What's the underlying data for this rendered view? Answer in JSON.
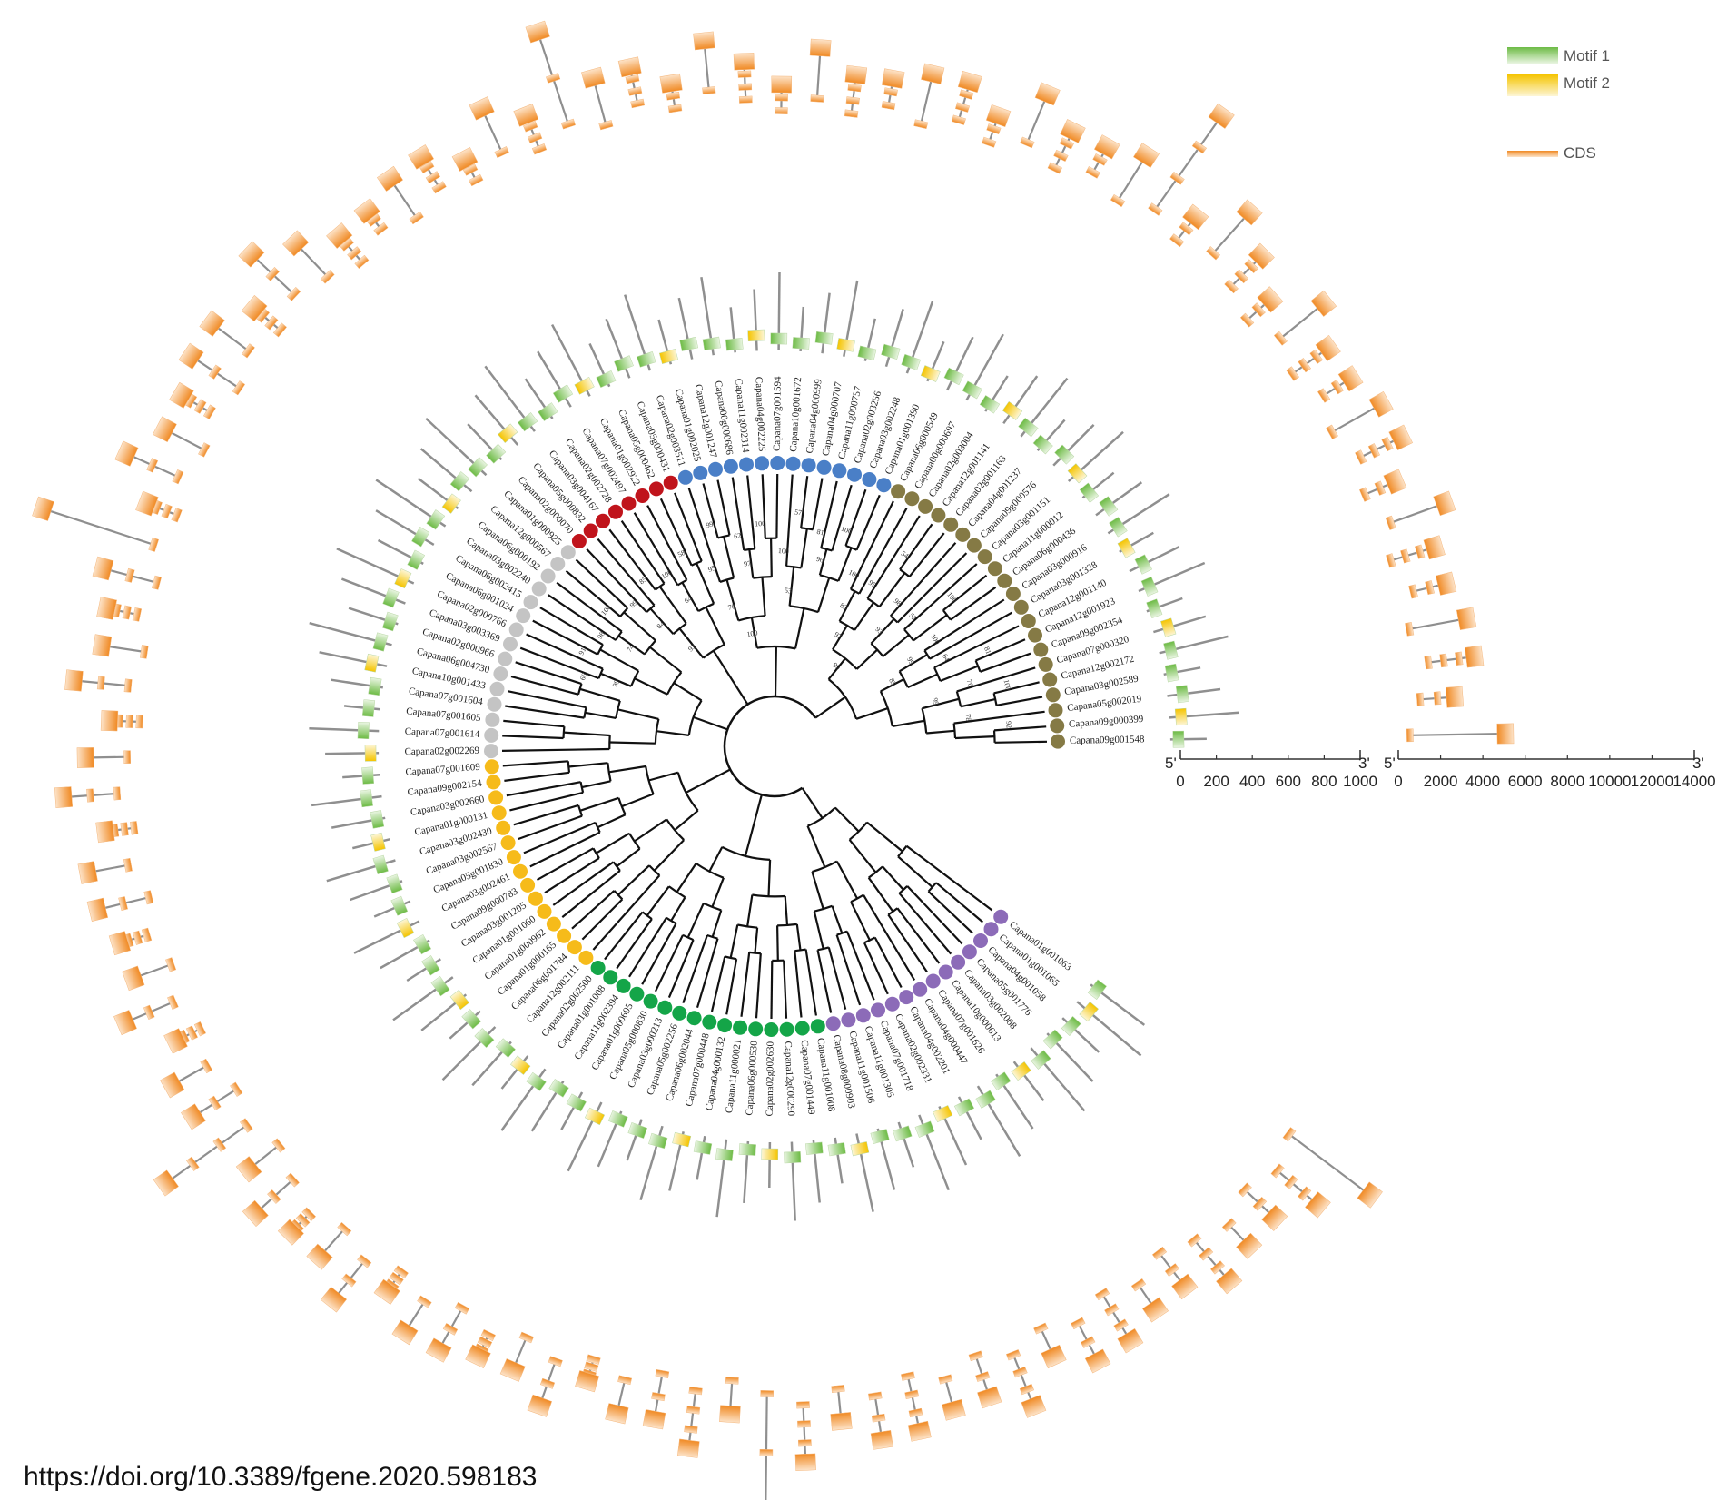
{
  "legend": {
    "items": [
      {
        "label": "Motif 1",
        "color_top": "#6dbb45",
        "color_bottom": "#e9f5e1"
      },
      {
        "label": "Motif 2",
        "color_top": "#f5c400",
        "color_bottom": "#fdf6d6"
      },
      {
        "label": "CDS",
        "color_top": "#f08a24",
        "color_bottom": "#fde3c8"
      }
    ]
  },
  "scales": {
    "motif": {
      "left_end": "5'",
      "right_end": "3'",
      "ticks": [
        "0",
        "200",
        "400",
        "600",
        "800",
        "1000"
      ]
    },
    "gene": {
      "left_end": "5'",
      "right_end": "3'",
      "ticks": [
        "0",
        "2000",
        "4000",
        "6000",
        "8000",
        "10000",
        "12000",
        "14000"
      ]
    }
  },
  "source": "https://doi.org/10.3389/fgene.2020.598183",
  "colors": {
    "clade_red": "#c0141c",
    "clade_blue": "#4a7fc7",
    "clade_olive": "#857a45",
    "clade_gray": "#c4c4c4",
    "clade_yellow": "#f6bb1a",
    "clade_green": "#14a548",
    "clade_purple": "#8c6bb8",
    "tree_line": "#111111",
    "connector": "#8f8f8f"
  },
  "clades": [
    {
      "color_key": "clade_olive",
      "leaves": [
        "Capana09g001548",
        "Capana09g000399",
        "Capana05g002019",
        "Capana03g002589",
        "Capana12g002172",
        "Capana07g000320",
        "Capana09g002354",
        "Capana12g001923",
        "Capana12g001140",
        "Capana03g001328",
        "Capana03g000916",
        "Capana06g000436",
        "Capana11g000012",
        "Capana03g001151",
        "Capana09g000576",
        "Capana04g001237",
        "Capana02g001163",
        "Capana12g001141",
        "Capana02g003004",
        "Capana00g000697",
        "Capana06g000549"
      ]
    },
    {
      "color_key": "clade_blue",
      "leaves": [
        "Capana01g001390",
        "Capana03g002248",
        "Capana02g003256",
        "Capana11g000757",
        "Capana04g000707",
        "Capana04g000999",
        "Capana10g001672",
        "Capana07g001594",
        "Capana04g002225",
        "Capana11g002314",
        "Capana00g000686",
        "Capana12g001247",
        "Capana01g002025",
        "Capana02g003511"
      ]
    },
    {
      "color_key": "clade_red",
      "leaves": [
        "Capana05g000431",
        "Capana05g000462",
        "Capana01g002922",
        "Capana07g002497",
        "Capana02g002728",
        "Capana03g004167",
        "Capana05g000832",
        "Capana02g000070"
      ]
    },
    {
      "color_key": "clade_gray",
      "leaves": [
        "Capana01g000925",
        "Capana12g000567",
        "Capana06g000192",
        "Capana03g002240",
        "Capana06g002415",
        "Capana06g001024",
        "Capana02g000766",
        "Capana03g003369",
        "Capana02g000966",
        "Capana06g004730",
        "Capana10g001433",
        "Capana07g001604",
        "Capana07g001605",
        "Capana07g001614",
        "Capana02g002269"
      ]
    },
    {
      "color_key": "clade_yellow",
      "leaves": [
        "Capana07g001609",
        "Capana09g002154",
        "Capana03g002660",
        "Capana01g000131",
        "Capana03g002430",
        "Capana03g002567",
        "Capana05g001830",
        "Capana03g002461",
        "Capana09g000783",
        "Capana03g001205",
        "Capana01g001060",
        "Capana01g000962",
        "Capana01g000165",
        "Capana06g001784",
        "Capana12g002111"
      ]
    },
    {
      "color_key": "clade_green",
      "leaves": [
        "Capana02g002500",
        "Capana01g001008",
        "Capana11g002394",
        "Capana01g000695",
        "Capana05g000830",
        "Capana03g000213",
        "Capana05g002256",
        "Capana06g002044",
        "Capana07g000448",
        "Capana04g000132",
        "Capana11g000021",
        "Capana06g000530",
        "Capana02g002630",
        "Capana12g000290",
        "Capana07g001449",
        "Capana11g001008"
      ]
    },
    {
      "color_key": "clade_purple",
      "leaves": [
        "Capana08g000903",
        "Capana11g001506",
        "Capana11g001305",
        "Capana07g001718",
        "Capana02g002331",
        "Capana04g002201",
        "Capana04g000447",
        "Capana07g001626",
        "Capana10g000613",
        "Capana03g002068",
        "Capana05g001776",
        "Capana04g001058",
        "Capana01g001065",
        "Capana01g001063"
      ]
    }
  ],
  "bootstrap_values": [
    "92",
    "78",
    "100",
    "76",
    "99",
    "81",
    "64",
    "100",
    "99",
    "85",
    "100",
    "52",
    "98",
    "93",
    "54",
    "95",
    "100",
    "83",
    "97",
    "99",
    "100",
    "81",
    "96",
    "57",
    "100",
    "53",
    "100",
    "62",
    "97",
    "99",
    "95",
    "70",
    "100",
    "58",
    "100",
    "64",
    "85",
    "99",
    "84",
    "93",
    "100",
    "98",
    "74",
    "91",
    "66",
    "99"
  ]
}
